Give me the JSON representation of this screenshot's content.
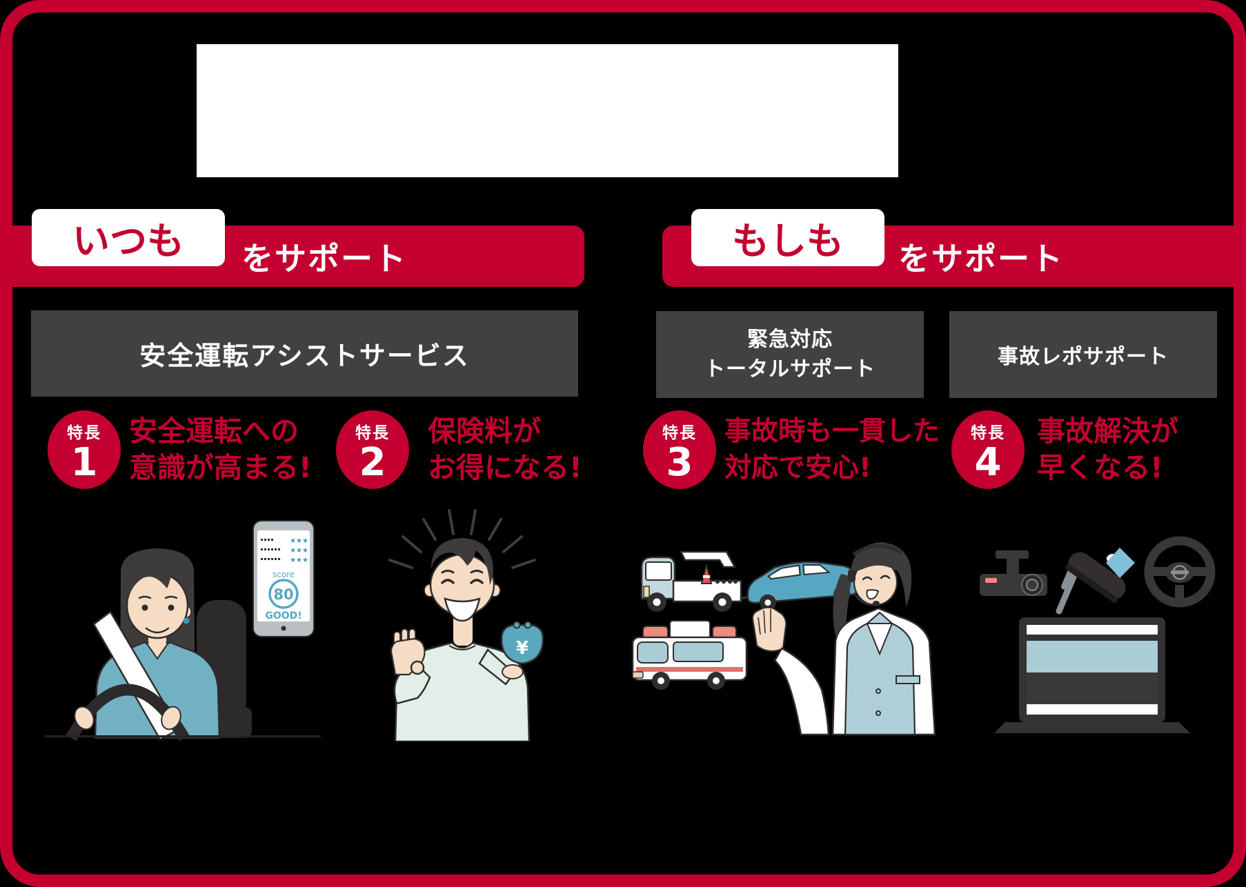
{
  "colors": {
    "brand_red": "#c3002f",
    "panel_dark": "#414042",
    "background": "#000000",
    "accent_teal": "#56a8c4"
  },
  "banners": {
    "left": {
      "highlight": "いつも",
      "suffix": "をサポート"
    },
    "right": {
      "highlight": "もしも",
      "suffix": "をサポート"
    }
  },
  "service_headers": {
    "safe_driving": "安全運転アシストサービス",
    "emergency_line1": "緊急対応",
    "emergency_line2": "トータルサポート",
    "accident_repo": "事故レポサポート"
  },
  "features": [
    {
      "badge_label": "特長",
      "badge_number": "1",
      "line1": "安全運転への",
      "line2": "意識が高まる!"
    },
    {
      "badge_label": "特長",
      "badge_number": "2",
      "line1": "保険料が",
      "line2": "お得になる!"
    },
    {
      "badge_label": "特長",
      "badge_number": "3",
      "line1": "事故時も一貫した",
      "line2": "対応で安心!"
    },
    {
      "badge_label": "特長",
      "badge_number": "4",
      "line1": "事故解決が",
      "line2": "早くなる!"
    }
  ],
  "illustrations": {
    "phone": {
      "stars": "★★★",
      "score_label": "score",
      "score_value": "80",
      "score_rating": "GOOD!"
    },
    "wallet": {
      "currency": "¥"
    }
  }
}
